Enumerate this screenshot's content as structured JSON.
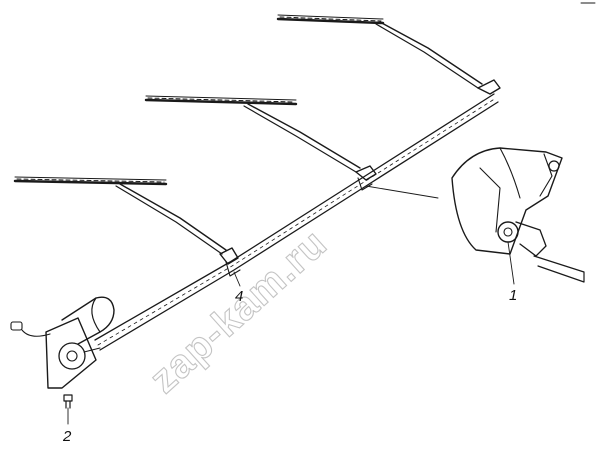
{
  "diagram": {
    "callouts": [
      {
        "id": "c1",
        "label": "1"
      },
      {
        "id": "c2",
        "label": "2"
      },
      {
        "id": "c4",
        "label": "4"
      }
    ],
    "watermark": "zap-kam.ru",
    "parts": [
      {
        "id": "wiper-blade-1"
      },
      {
        "id": "wiper-blade-2"
      },
      {
        "id": "wiper-blade-3"
      },
      {
        "id": "wiper-linkage-rod"
      },
      {
        "id": "wiper-motor"
      },
      {
        "id": "wiper-pivot-bracket-detail"
      },
      {
        "id": "mounting-bolt"
      }
    ]
  }
}
